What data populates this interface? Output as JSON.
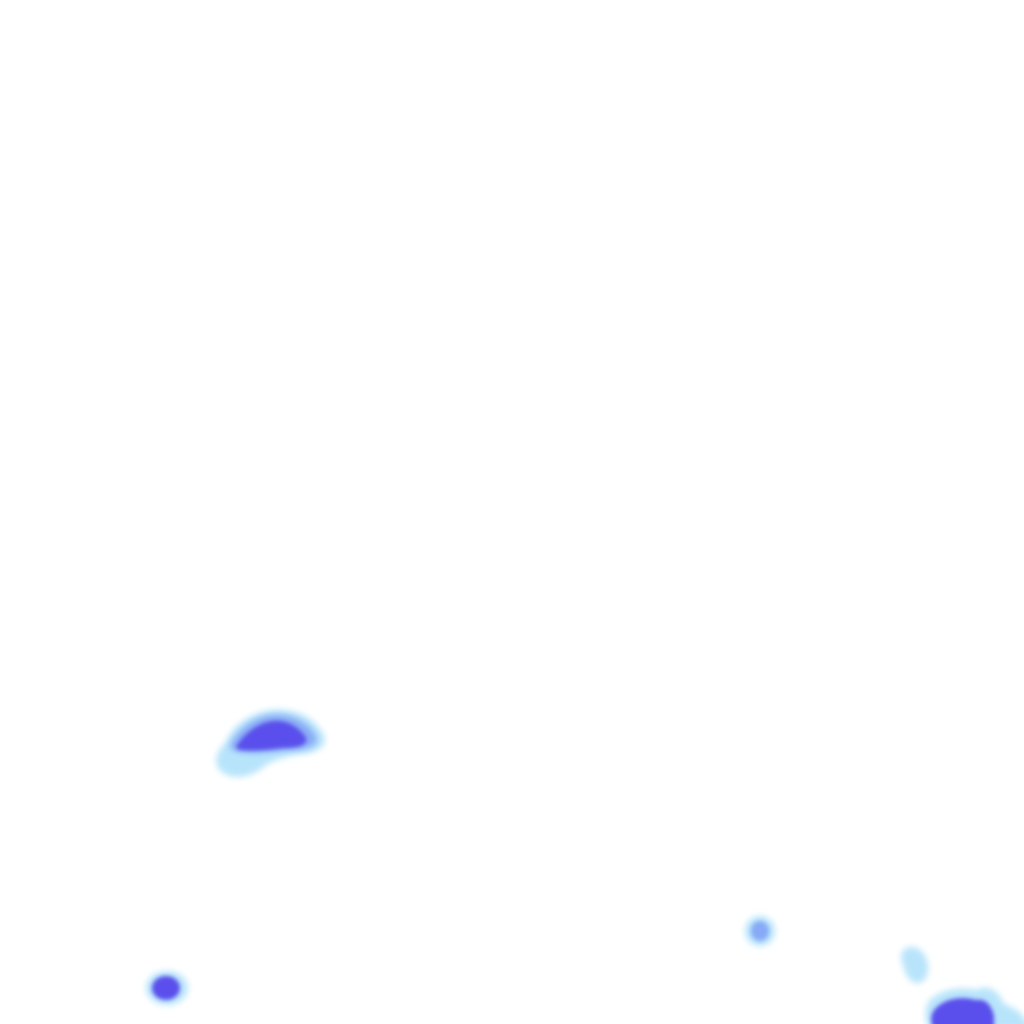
{
  "map": {
    "background_color": "#ffffff",
    "palette": {
      "light": "#b8e4fb",
      "medium": "#88aaf6",
      "heavy": "#5a50ec"
    },
    "cells": [
      {
        "id": "cell-a",
        "intensity": "heavy"
      },
      {
        "id": "cell-b",
        "intensity": "heavy"
      },
      {
        "id": "cell-c",
        "intensity": "medium"
      },
      {
        "id": "cell-d",
        "intensity": "light"
      },
      {
        "id": "cell-e",
        "intensity": "heavy"
      }
    ]
  }
}
